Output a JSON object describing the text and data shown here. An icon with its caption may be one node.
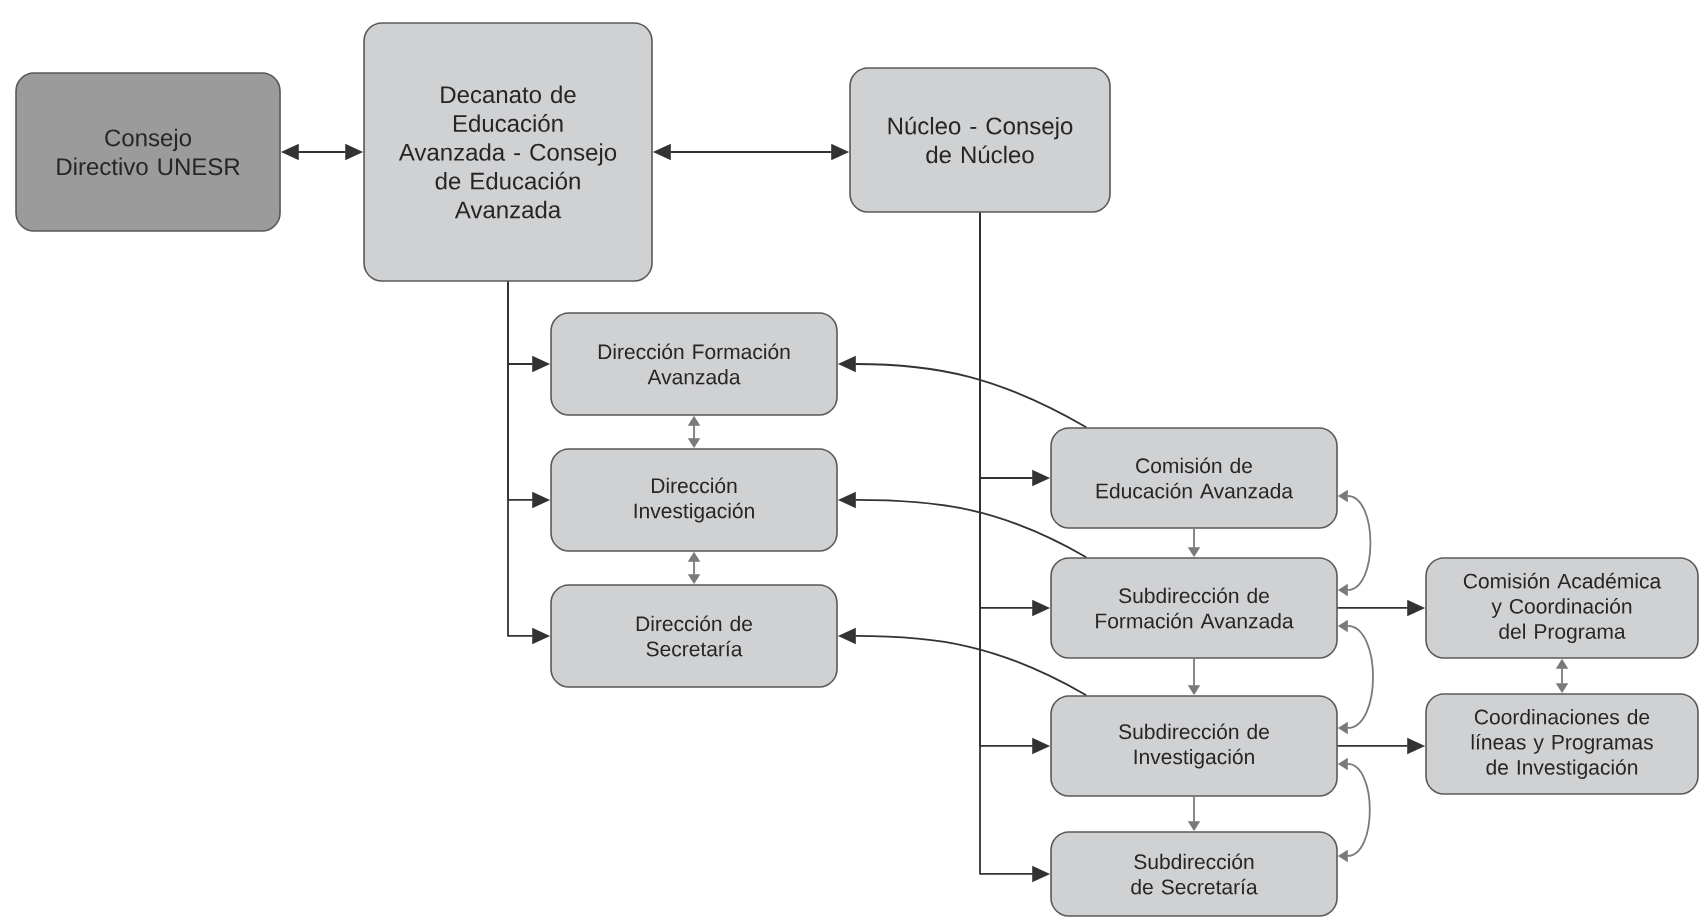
{
  "diagram": {
    "nodes": [
      {
        "text": [
          "Consejo Directivo UNESR"
        ]
      },
      {
        "text": [
          "Decanato de Educación Avanzada - Consejo de Educación Avanzada"
        ]
      },
      {
        "text": [
          "Núcleo - Consejo de Núcleo"
        ]
      },
      {
        "text": [
          "Dirección Formación Avanzada"
        ]
      },
      {
        "text": [
          "Dirección Investigación"
        ]
      },
      {
        "text": [
          "Dirección de Secretaría"
        ]
      },
      {
        "text": [
          "Comisión de Educación Avanzada"
        ]
      },
      {
        "text": [
          "Subdirección de Formación Avanzada"
        ]
      },
      {
        "text": [
          "Subdirección de Investigación"
        ]
      },
      {
        "text": [
          "Subdirección de Secretaría"
        ]
      },
      {
        "text": [
          "Comisión Académica y Coordinación del Programa"
        ]
      },
      {
        "text": [
          "Coordinaciones de líneas y Programas de Investigación"
        ]
      }
    ],
    "edges": [
      {
        "from": 0,
        "to": 1,
        "arrow": "both"
      },
      {
        "from": 1,
        "to": 2,
        "arrow": "both"
      },
      {
        "from": 1,
        "to": 3,
        "arrow": "to"
      },
      {
        "from": 1,
        "to": 4,
        "arrow": "to"
      },
      {
        "from": 1,
        "to": 5,
        "arrow": "to"
      },
      {
        "from": 2,
        "to": 6,
        "arrow": "to"
      },
      {
        "from": 2,
        "to": 7,
        "arrow": "to"
      },
      {
        "from": 2,
        "to": 8,
        "arrow": "to"
      },
      {
        "from": 2,
        "to": 9,
        "arrow": "to"
      },
      {
        "from": 6,
        "to": 3,
        "arrow": "to"
      },
      {
        "from": 7,
        "to": 4,
        "arrow": "to"
      },
      {
        "from": 8,
        "to": 5,
        "arrow": "to"
      },
      {
        "from": 3,
        "to": 4,
        "arrow": "both",
        "color": "#7a7a7a"
      },
      {
        "from": 4,
        "to": 5,
        "arrow": "both",
        "color": "#7a7a7a"
      },
      {
        "from": 6,
        "to": 7,
        "arrow": "to",
        "color": "#7a7a7a"
      },
      {
        "from": 7,
        "to": 8,
        "arrow": "to",
        "color": "#7a7a7a"
      },
      {
        "from": 8,
        "to": 9,
        "arrow": "to",
        "color": "#7a7a7a"
      },
      {
        "from": 6,
        "to": 7,
        "arrow": "both",
        "color": "#7a7a7a"
      },
      {
        "from": 7,
        "to": 8,
        "arrow": "both",
        "color": "#7a7a7a"
      },
      {
        "from": 8,
        "to": 9,
        "arrow": "both",
        "color": "#7a7a7a"
      },
      {
        "from": 7,
        "to": 10,
        "arrow": "to"
      },
      {
        "from": 8,
        "to": 11,
        "arrow": "to"
      },
      {
        "from": 10,
        "to": 11,
        "arrow": "both",
        "color": "#7a7a7a"
      }
    ]
  }
}
